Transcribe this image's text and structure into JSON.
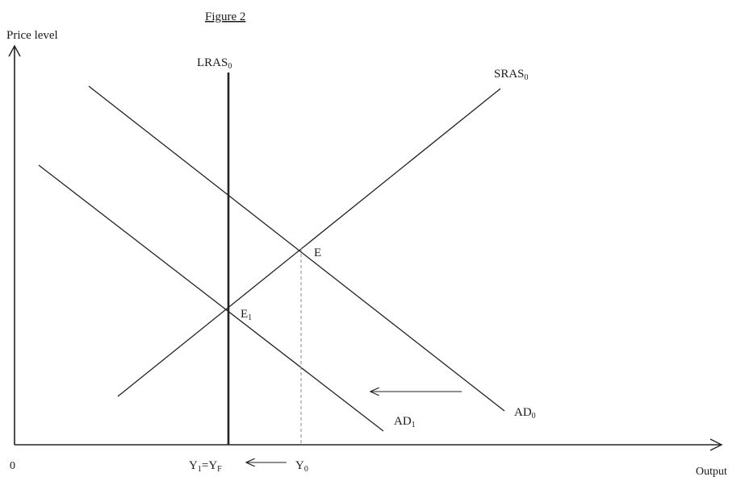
{
  "title": "Figure 2",
  "axes": {
    "y_label": "Price level",
    "x_label": "Output",
    "origin_label": "0"
  },
  "curves": {
    "lras": "LRAS",
    "lras_sub": "0",
    "sras": "SRAS",
    "sras_sub": "0",
    "ad0": "AD",
    "ad0_sub": "0",
    "ad1": "AD",
    "ad1_sub": "1"
  },
  "points": {
    "e": "E",
    "e1": "E",
    "e1_sub": "1"
  },
  "x_ticks": {
    "y1": "Y",
    "y1_sub": "1",
    "equals": "=",
    "yf": "Y",
    "yf_sub": "F",
    "y0": "Y",
    "y0_sub": "0"
  },
  "colors": {
    "ink": "#222222",
    "dashed": "#888888"
  }
}
